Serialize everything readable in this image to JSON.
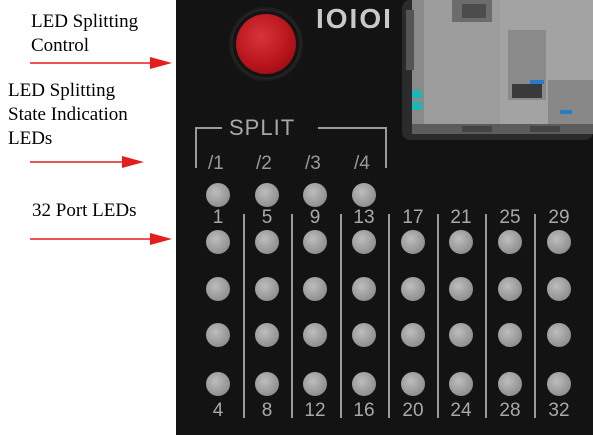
{
  "callouts": {
    "splitting_control": "LED Splitting\nControl",
    "state_indication": "LED Splitting\nState Indication\nLEDs",
    "port_leds": "32 Port LEDs"
  },
  "panel": {
    "logo": "IOIOI",
    "split_label": "SPLIT",
    "split_sublabels": [
      "/1",
      "/2",
      "/3",
      "/4"
    ],
    "top_numbers": [
      "1",
      "5",
      "9",
      "13",
      "17",
      "21",
      "25",
      "29"
    ],
    "bottom_numbers": [
      "4",
      "8",
      "12",
      "16",
      "20",
      "24",
      "28",
      "32"
    ]
  },
  "colors": {
    "arrow": "#e41d1d",
    "button": "#c0141a",
    "panel": "#131313",
    "led": "#a0a0a0"
  }
}
